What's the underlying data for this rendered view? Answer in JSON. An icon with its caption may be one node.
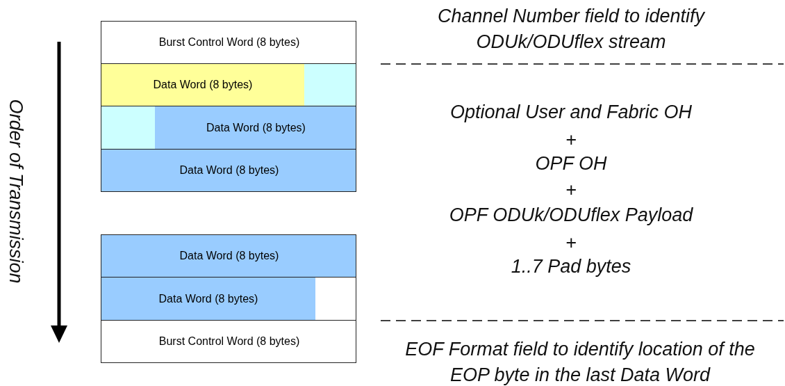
{
  "diagram": {
    "nodes": [
      {
        "text": [
          "Burst Control Word (8 bytes)"
        ]
      },
      {
        "text": [
          "Data Word (8 bytes)"
        ]
      },
      {
        "text": [
          "Data Word (8 bytes)"
        ]
      },
      {
        "text": [
          "Data Word (8 bytes)"
        ]
      },
      {
        "text": [
          "Data Word (8 bytes)"
        ]
      },
      {
        "text": [
          "Data Word (8 bytes)"
        ]
      },
      {
        "text": [
          "Burst Control Word (8 bytes)"
        ]
      },
      {
        "text": [],
        "shape": "box",
        "in": 1
      },
      {
        "text": [],
        "shape": "box",
        "in": 2
      },
      {
        "text": [],
        "shape": "box",
        "in": 5
      }
    ],
    "edges": [],
    "labels": [
      "Order of Transmission",
      "Channel Number field to identify ODUk/ODUflex stream",
      "Optional User and Fabric OH",
      "+",
      "OPF OH",
      "+",
      "OPF ODUk/ODUflex Payload",
      "+",
      "1..7 Pad bytes",
      "EOF Format field to identify location of the EOP byte in the last Data Word"
    ]
  }
}
